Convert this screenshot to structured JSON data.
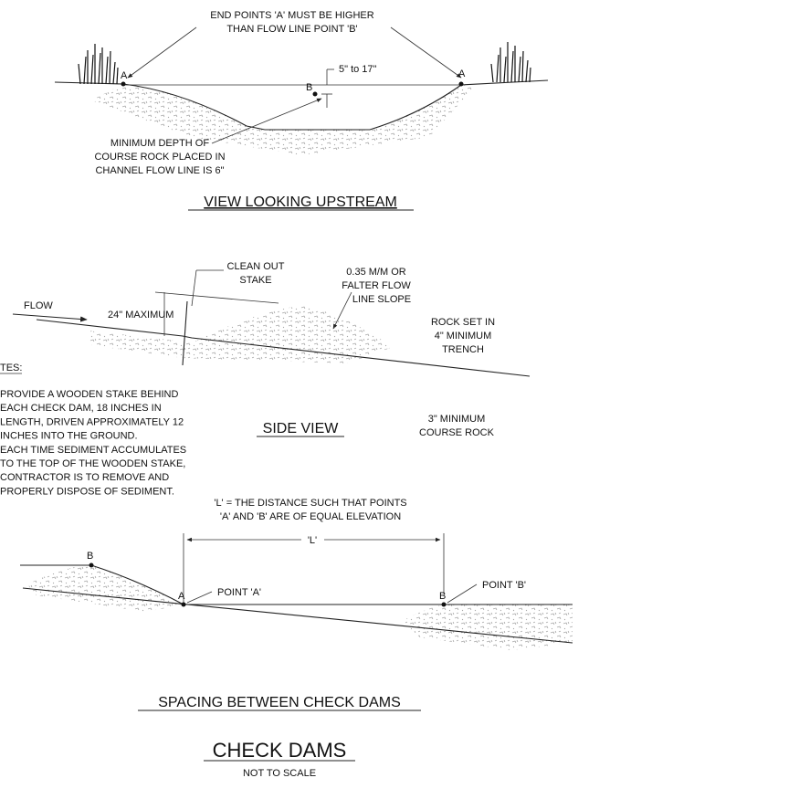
{
  "upstream": {
    "note_a_line1": "END POINTS 'A' MUST BE HIGHER",
    "note_a_line2": "THAN FLOW LINE POINT 'B'",
    "label_a": "A",
    "label_b": "B",
    "dim": "5\" to 17\"",
    "depth_line1": "MINIMUM DEPTH OF",
    "depth_line2": "COURSE ROCK PLACED IN",
    "depth_line3": "CHANNEL FLOW LINE IS 6\"",
    "title": "VIEW LOOKING UPSTREAM"
  },
  "side": {
    "clean_line1": "CLEAN OUT",
    "clean_line2": "STAKE",
    "slope_line1": "0.35 M/M OR",
    "slope_line2": "FALTER FLOW",
    "slope_line3": "LINE SLOPE",
    "flow": "FLOW",
    "max": "24\" MAXIMUM",
    "trench_line1": "ROCK SET IN",
    "trench_line2": "4\" MINIMUM",
    "trench_line3": "TRENCH",
    "title": "SIDE VIEW",
    "rock_line1": "3\" MINIMUM",
    "rock_line2": "COURSE ROCK"
  },
  "notes": {
    "heading": "TES:",
    "lines": [
      "PROVIDE A WOODEN STAKE BEHIND",
      "EACH CHECK DAM, 18 INCHES IN",
      "LENGTH, DRIVEN APPROXIMATELY 12",
      "INCHES INTO THE GROUND.",
      "EACH TIME SEDIMENT ACCUMULATES",
      "TO THE TOP OF THE WOODEN STAKE,",
      "CONTRACTOR IS TO REMOVE AND",
      "PROPERLY DISPOSE OF SEDIMENT."
    ]
  },
  "spacing": {
    "def_line1": "'L' = THE DISTANCE SUCH THAT POINTS",
    "def_line2": "'A' AND 'B' ARE OF EQUAL ELEVATION",
    "l_label": "'L'",
    "label_b": "B",
    "label_a": "A",
    "point_a": "POINT 'A'",
    "point_b": "POINT 'B'",
    "title": "SPACING BETWEEN CHECK DAMS"
  },
  "main": {
    "title": "CHECK DAMS",
    "subtitle": "NOT TO SCALE"
  }
}
